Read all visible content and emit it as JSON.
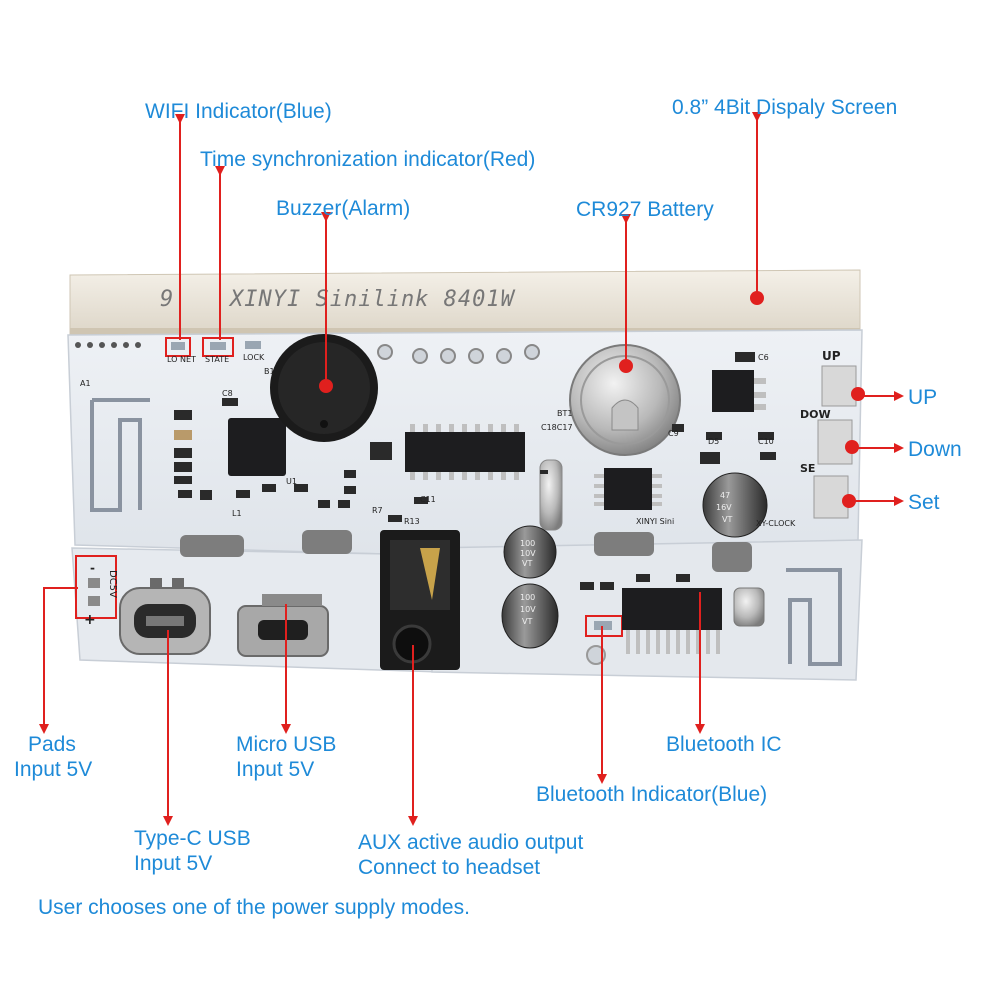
{
  "colors": {
    "callout_text": "#1e8ad8",
    "leader": "#e0201e",
    "pcb": "#e9edf2",
    "display_bezel": "#efeae0"
  },
  "board": {
    "display_text": "XINYI Sinilink 8401W",
    "silkscreen": {
      "lo": "LO",
      "net": "NET",
      "state": "STATE",
      "lock": "LOCK",
      "up": "UP",
      "dow": "DOW",
      "set": "SE",
      "xinyi": "XINYI Sini",
      "xyclock": "XY-CLOCK",
      "dc5v": "DC5V",
      "minus": "-",
      "plus": "+",
      "a1": "A1",
      "b1": "B1",
      "u1": "U1",
      "bt": "BT1",
      "c17": "C18C17",
      "d5": "D5",
      "c10": "C10",
      "c9": "C9",
      "c11": "C11",
      "r7": "R7",
      "r13": "R13",
      "l1": "L1",
      "c8": "C8",
      "c6": "C6"
    },
    "cap_text": {
      "cap1_a": "100",
      "cap1_b": "10V",
      "cap1_c": "VT",
      "cap3_a": "47",
      "cap3_b": "16V",
      "cap3_c": "VT"
    }
  },
  "callouts": {
    "wifi": "WIFI Indicator(Blue)",
    "time_sync": "Time synchronization indicator(Red)",
    "buzzer": "Buzzer(Alarm)",
    "display": "0.8” 4Bit Dispaly Screen",
    "battery": "CR927 Battery",
    "up": "UP",
    "down": "Down",
    "set": "Set",
    "pads_1": "Pads",
    "pads_2": "Input 5V",
    "micro_1": "Micro USB",
    "micro_2": "Input 5V",
    "bt_ic": "Bluetooth IC",
    "bt_ind": "Bluetooth Indicator(Blue)",
    "typec_1": "Type-C USB",
    "typec_2": "Input 5V",
    "aux_1": "AUX active audio output",
    "aux_2": "Connect to headset",
    "footer": "User chooses one of the power supply modes."
  }
}
